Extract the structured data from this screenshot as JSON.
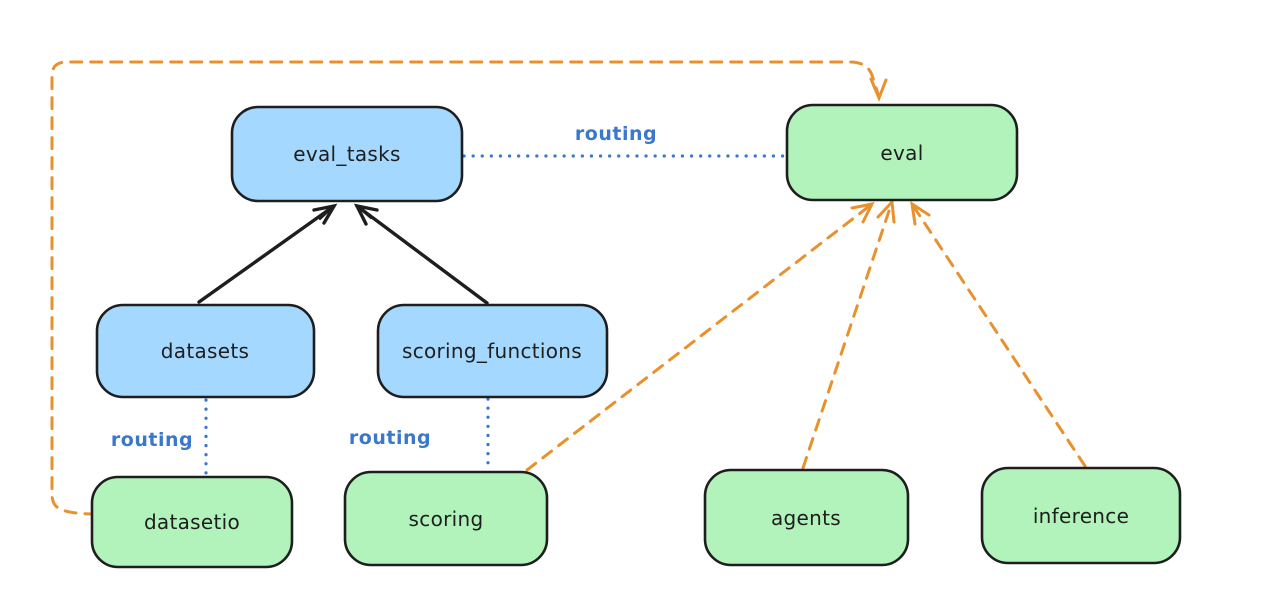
{
  "diagram": {
    "title": "",
    "colors": {
      "registry_fill_blue": "#a5d8ff",
      "api_fill_green": "#b2f2bb",
      "node_stroke": "#1e1e1e",
      "routing_blue": "#3a78cc",
      "provider_orange": "#e8912d",
      "background": "#ffffff"
    },
    "nodes": [
      {
        "id": "eval_tasks",
        "label": "eval_tasks",
        "color": "blue"
      },
      {
        "id": "eval",
        "label": "eval",
        "color": "green"
      },
      {
        "id": "datasets",
        "label": "datasets",
        "color": "blue"
      },
      {
        "id": "scoring_functions",
        "label": "scoring_functions",
        "color": "blue"
      },
      {
        "id": "datasetio",
        "label": "datasetio",
        "color": "green"
      },
      {
        "id": "scoring",
        "label": "scoring",
        "color": "green"
      },
      {
        "id": "agents",
        "label": "agents",
        "color": "green"
      },
      {
        "id": "inference",
        "label": "inference",
        "color": "green"
      }
    ],
    "edges": [
      {
        "from": "eval_tasks",
        "to": "eval",
        "label": "routing",
        "style": "blue-dotted"
      },
      {
        "from": "datasets",
        "to": "eval_tasks",
        "label": "",
        "style": "black-solid-arrow"
      },
      {
        "from": "scoring_functions",
        "to": "eval_tasks",
        "label": "",
        "style": "black-solid-arrow"
      },
      {
        "from": "datasets",
        "to": "datasetio",
        "label": "routing",
        "style": "blue-dotted"
      },
      {
        "from": "scoring_functions",
        "to": "scoring",
        "label": "routing",
        "style": "blue-dotted"
      },
      {
        "from": "datasetio",
        "to": "eval",
        "label": "",
        "style": "orange-dashed-arrow"
      },
      {
        "from": "scoring",
        "to": "eval",
        "label": "",
        "style": "orange-dashed-arrow"
      },
      {
        "from": "agents",
        "to": "eval",
        "label": "",
        "style": "orange-dashed-arrow"
      },
      {
        "from": "inference",
        "to": "eval",
        "label": "",
        "style": "orange-dashed-arrow"
      }
    ]
  }
}
